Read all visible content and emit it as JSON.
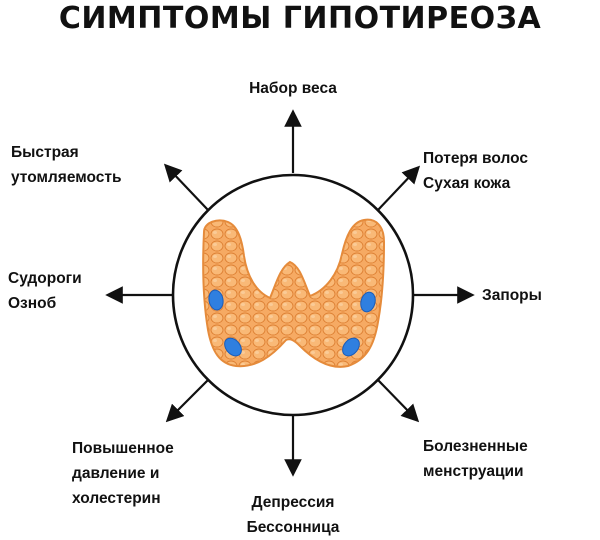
{
  "title": "СИМПТОМЫ ГИПОТИРЕОЗА",
  "symptoms": {
    "top": [
      "Набор веса"
    ],
    "top_right": [
      "Потеря волос",
      "Сухая кожа"
    ],
    "right": [
      "Запоры"
    ],
    "bottom_right": [
      "Болезненные",
      "менструации"
    ],
    "bottom": [
      "Депрессия",
      "Бессонница"
    ],
    "bottom_left": [
      "Повышенное",
      "давление и",
      "холестерин"
    ],
    "left": [
      "Судороги",
      "Озноб"
    ],
    "top_left": [
      "Быстрая",
      "утомляемость"
    ]
  },
  "colors": {
    "gland": "#f4a25a",
    "gland_dark": "#e07c2e",
    "nodule": "#2f7fe0",
    "ink": "#111111"
  },
  "icons": {
    "center": "thyroid-gland-icon",
    "arrows": "arrow-icon"
  }
}
